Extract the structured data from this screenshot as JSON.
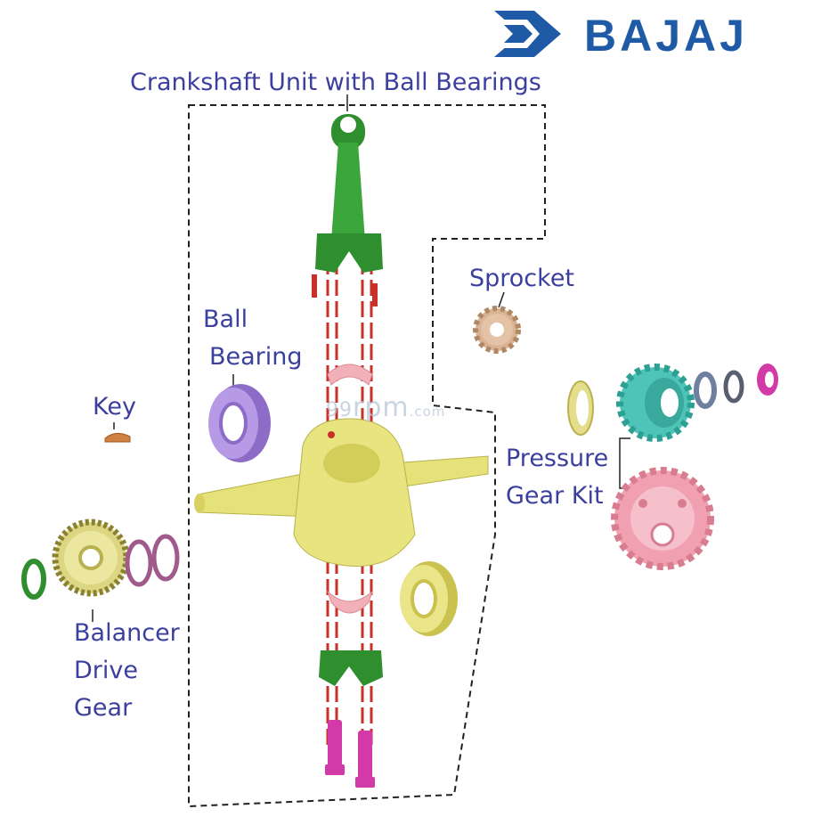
{
  "brand": {
    "name": "BAJAJ",
    "logo_icon": "bajaj-logo-icon",
    "color": "#1f5aa6"
  },
  "watermark": {
    "prefix": "99",
    "main": "rpm",
    "suffix": ".com"
  },
  "labels": {
    "crankshaft_unit": "Crankshaft Unit with Ball Bearings",
    "sprocket": "Sprocket",
    "ball_bearing": [
      "Ball",
      "Bearing"
    ],
    "key": "Key",
    "pressure_gear_kit": [
      "Pressure",
      "Gear Kit"
    ],
    "balancer_drive_gear": [
      "Balancer",
      "Drive",
      "Gear"
    ]
  },
  "colors": {
    "label_text": "#3b3f9e",
    "connecting_rod": "#2f8f2f",
    "crankshaft": "#e6e27a",
    "ball_bearing": "#a98ad8",
    "sprocket": "#d9b394",
    "pressure_gear": "#4ec4b8",
    "clutch_housing": "#f0a0b0",
    "bolts": "#d23aa8",
    "shells": "#f2b0b8",
    "assembly_lines": "#c8302a"
  }
}
